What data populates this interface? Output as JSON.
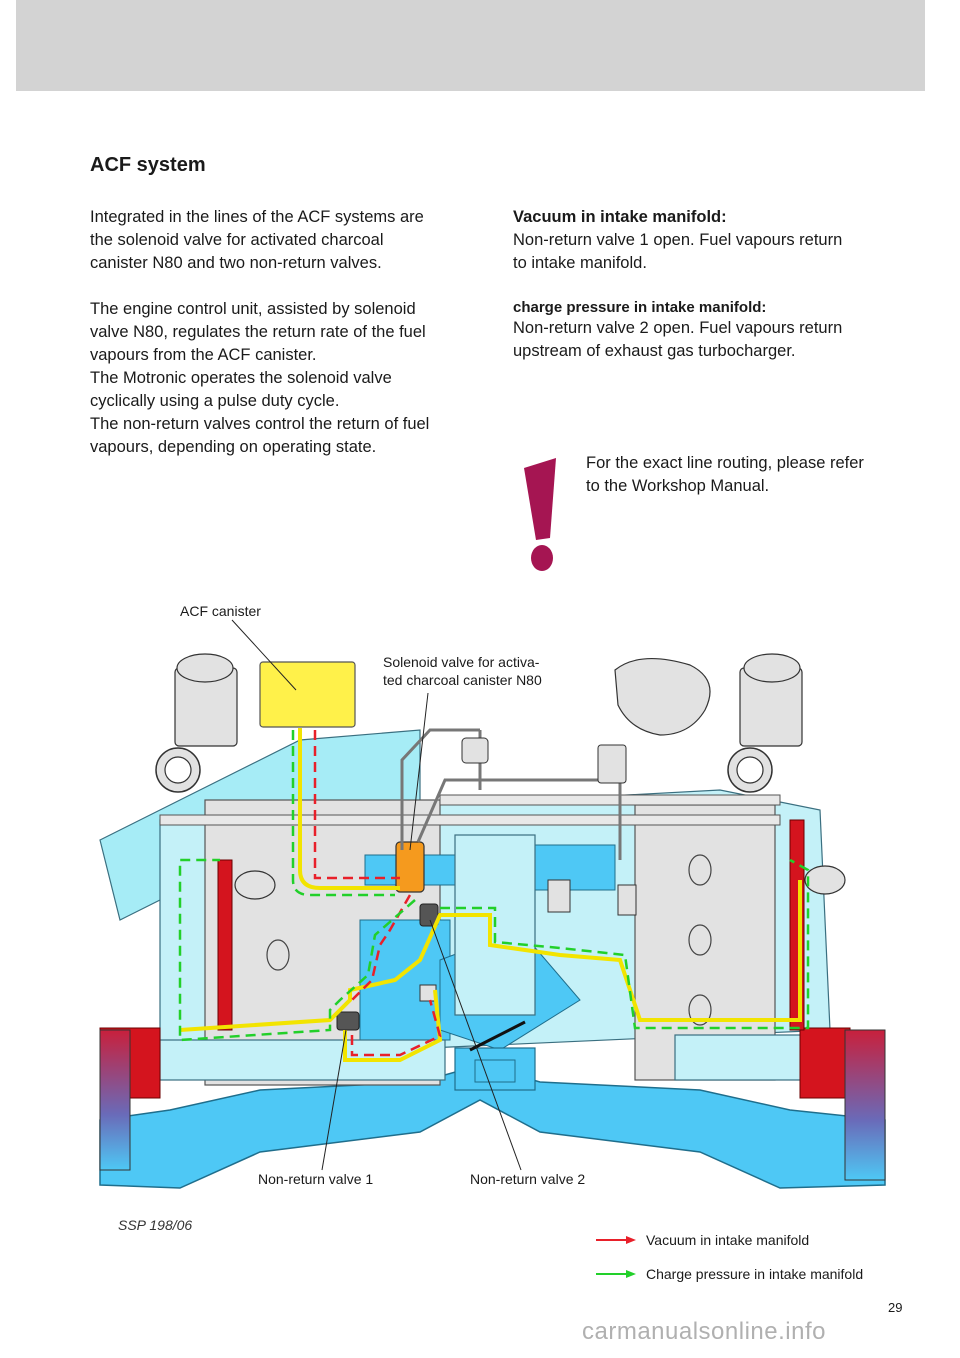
{
  "page": {
    "title": "ACF system",
    "left_para1": "Integrated in the lines of the ACF systems are\nthe solenoid valve for activated charcoal\ncanister N80 and two non-return valves.",
    "left_para2": "The engine control unit, assisted by solenoid\nvalve N80, regulates the return rate of the fuel\nvapours from the ACF canister.\nThe Motronic operates the solenoid valve\ncyclically using a pulse duty cycle.\nThe non-return valves control the return of fuel\nvapours, depending on operating state.",
    "right_head1": "Vacuum in intake manifold:",
    "right_text1": "Non-return valve 1 open. Fuel vapours return\nto intake manifold.",
    "right_head2": "charge pressure in intake manifold:",
    "right_text2": "Non-return valve 2 open. Fuel vapours return\nupstream of exhaust gas turbocharger.",
    "note": "For the exact line routing, please refer\nto the Workshop Manual."
  },
  "diagram": {
    "label_canister": "ACF canister",
    "label_solenoid": "Solenoid valve for activa-\nted charcoal canister N80",
    "label_nrv1": "Non-return valve 1",
    "label_nrv2": "Non-return valve 2",
    "ssp": "SSP 198/06"
  },
  "legend": {
    "vacuum": "Vacuum in intake manifold",
    "charge": "Charge pressure in intake manifold",
    "vacuum_color": "#e8202a",
    "charge_color": "#22d02a"
  },
  "footer": {
    "page_number": "29",
    "watermark": "carmanualsonline.info"
  }
}
